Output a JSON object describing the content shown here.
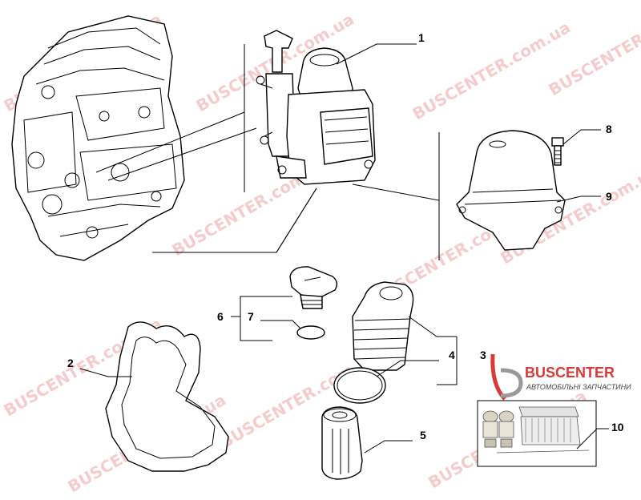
{
  "callouts": {
    "c1": "1",
    "c2": "2",
    "c3": "3",
    "c4": "4",
    "c5": "5",
    "c6": "6",
    "c7": "7",
    "c8": "8",
    "c9": "9",
    "c10": "10"
  },
  "logo": {
    "name": "BUSCENTER",
    "subtitle": "АВТОМОБІЛЬНІ ЗАПЧАСТИНИ"
  },
  "watermark": {
    "text": "BUSCENTER.com.ua"
  },
  "colors": {
    "watermark": "#e05a5a",
    "brand": "#d93a3a",
    "line": "#000000"
  }
}
